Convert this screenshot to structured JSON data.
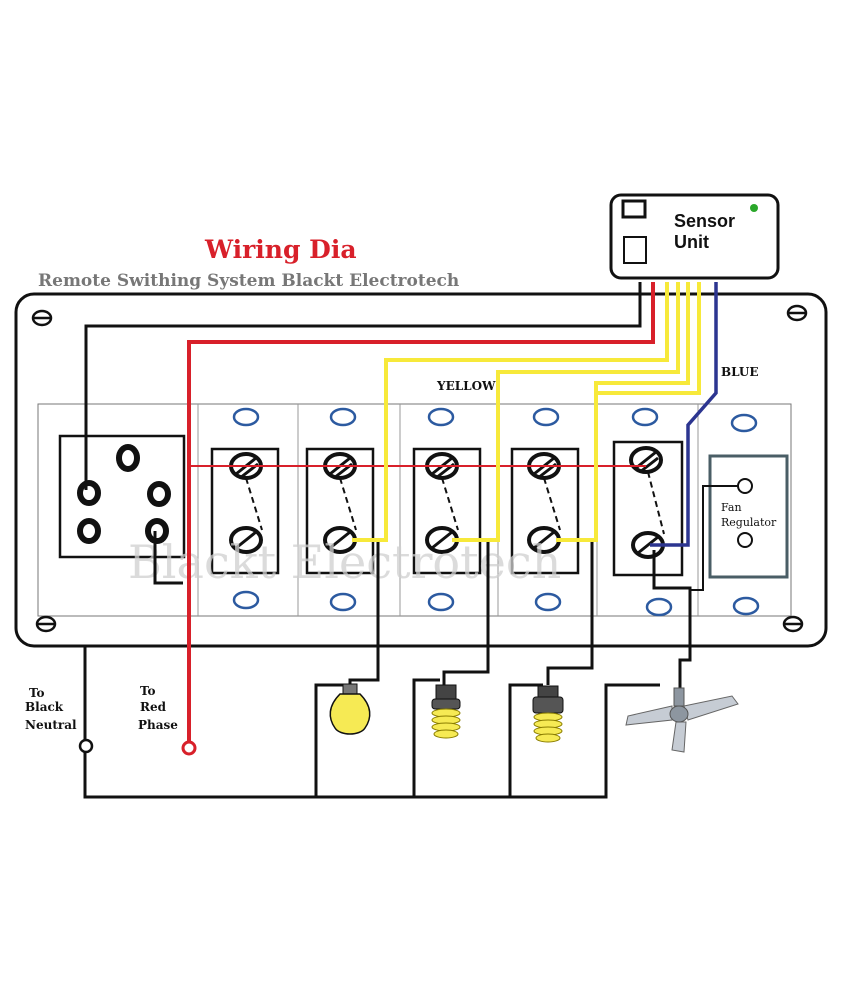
{
  "title": "Wiring Dia",
  "subtitle": "Remote Swithing System Blackt Electrotech",
  "sensor": {
    "line1": "Sensor",
    "line2": "Unit"
  },
  "labels": {
    "yellow": "YELLOW",
    "blue": "BLUE",
    "fan_regulator_1": "Fan",
    "fan_regulator_2": "Regulator",
    "neutral_1": "To",
    "neutral_2": "Black",
    "neutral_3": "Neutral",
    "phase_1": "To",
    "phase_2": "Red",
    "phase_3": "Phase"
  },
  "watermark": "Blackt Electrotech",
  "colors": {
    "title": "#d8202a",
    "subtitle": "#777777",
    "red_wire": "#d8202a",
    "yellow_wire": "#f7e93a",
    "blue_wire": "#2c3590",
    "black_wire": "#111111",
    "led": "#2aa72a",
    "regulator_border": "#4a5e66"
  }
}
